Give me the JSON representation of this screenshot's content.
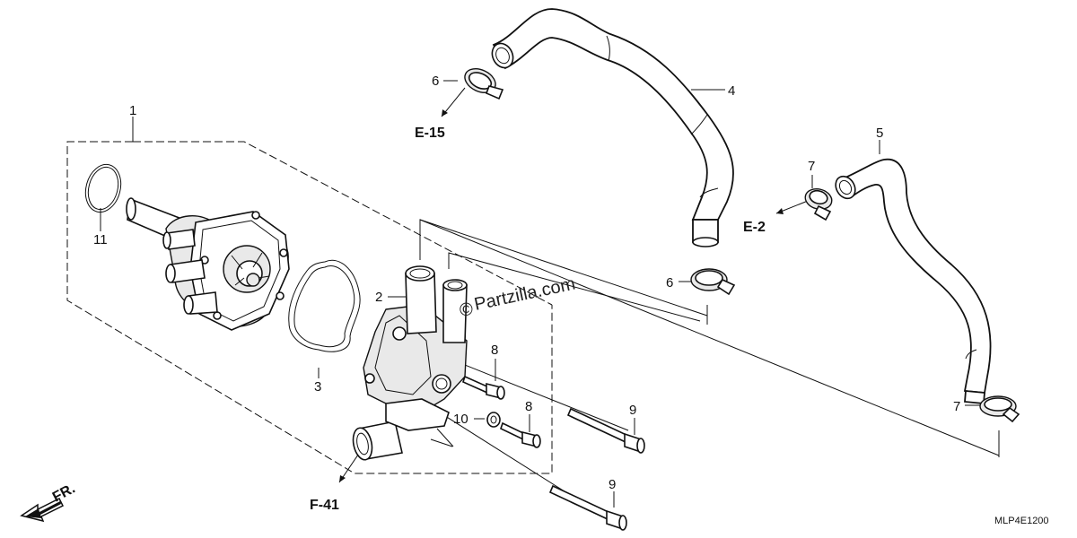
{
  "diagram": {
    "drawing_code": "MLP4E1200",
    "watermark": "Partzilla.com",
    "watermark_symbol": "©",
    "direction_label": "FR.",
    "callouts": [
      {
        "id": "c1",
        "label": "1"
      },
      {
        "id": "c2",
        "label": "2"
      },
      {
        "id": "c3",
        "label": "3"
      },
      {
        "id": "c4",
        "label": "4"
      },
      {
        "id": "c5",
        "label": "5"
      },
      {
        "id": "c6a",
        "label": "6"
      },
      {
        "id": "c6b",
        "label": "6"
      },
      {
        "id": "c7a",
        "label": "7"
      },
      {
        "id": "c7b",
        "label": "7"
      },
      {
        "id": "c8a",
        "label": "8"
      },
      {
        "id": "c8b",
        "label": "8"
      },
      {
        "id": "c9a",
        "label": "9"
      },
      {
        "id": "c9b",
        "label": "9"
      },
      {
        "id": "c10",
        "label": "10"
      },
      {
        "id": "c11",
        "label": "11"
      }
    ],
    "references": [
      {
        "id": "e15",
        "label": "E-15"
      },
      {
        "id": "e2",
        "label": "E-2"
      },
      {
        "id": "f41",
        "label": "F-41"
      }
    ]
  }
}
